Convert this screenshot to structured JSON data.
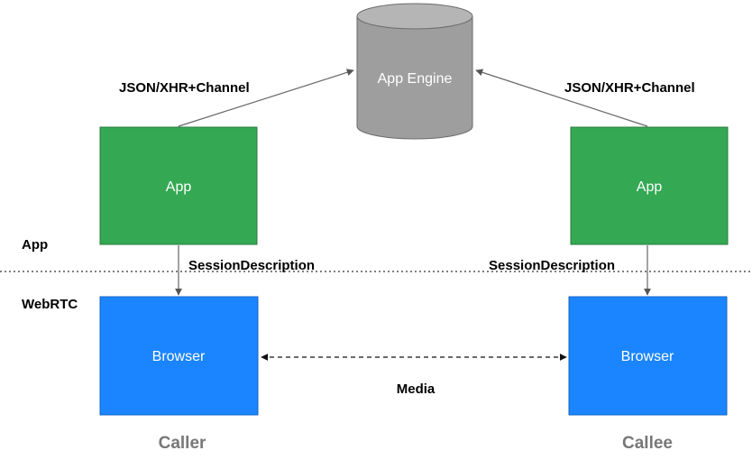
{
  "server": {
    "label": "App Engine"
  },
  "caller": {
    "app_label": "App",
    "browser_label": "Browser",
    "role_label": "Caller",
    "channel_label": "JSON/XHR+Channel",
    "session_label": "SessionDescription"
  },
  "callee": {
    "app_label": "App",
    "browser_label": "Browser",
    "role_label": "Callee",
    "channel_label": "JSON/XHR+Channel",
    "session_label": "SessionDescription"
  },
  "layers": {
    "app_label": "App",
    "webrtc_label": "WebRTC"
  },
  "media_label": "Media",
  "colors": {
    "app_box": "#34a853",
    "browser_box": "#1a85ff",
    "server": "#9e9e9e",
    "role_text": "#777777",
    "arrow": "#666666"
  }
}
